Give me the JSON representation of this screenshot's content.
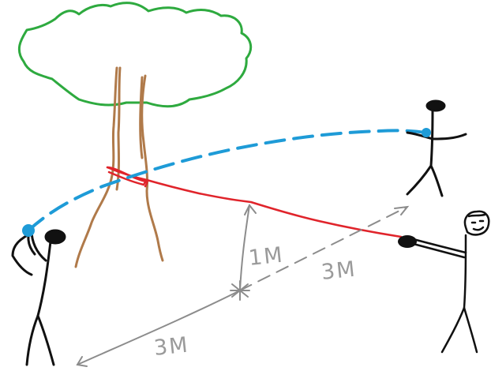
{
  "labels": {
    "height": "1M",
    "depth": "3M",
    "width": "3M"
  },
  "colors": {
    "tree_canopy": "#2eaa3f",
    "tree_trunk": "#b07a4a",
    "rope": "#e0242b",
    "thrown_path": "#1e9bd7",
    "measure_lines": "#8c8c8c",
    "figures": "#111111"
  }
}
